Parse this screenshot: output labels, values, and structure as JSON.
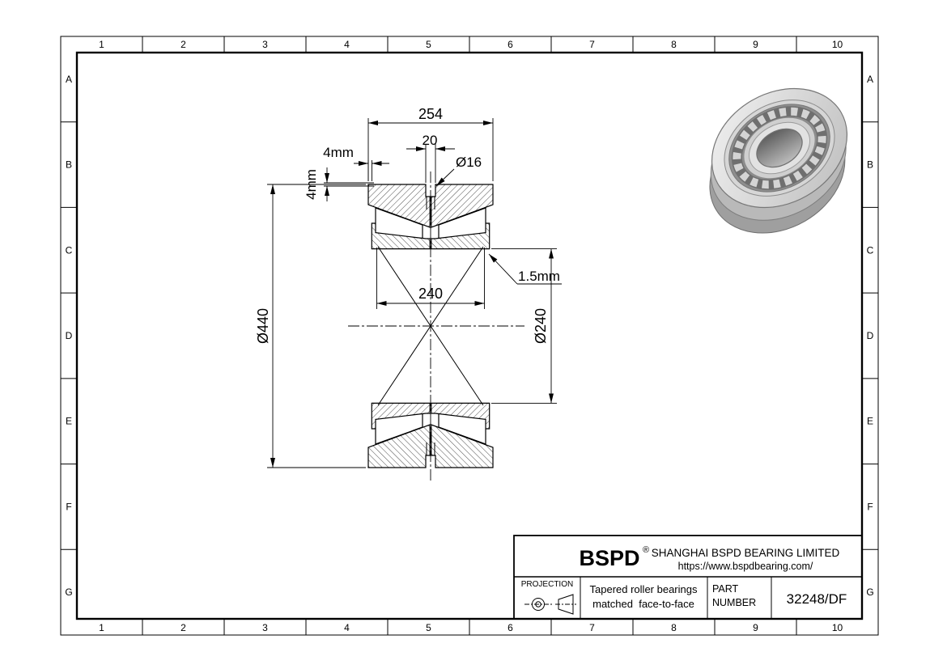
{
  "sheet": {
    "grid_columns": [
      "1",
      "2",
      "3",
      "4",
      "5",
      "6",
      "7",
      "8",
      "9",
      "10"
    ],
    "grid_rows": [
      "A",
      "B",
      "C",
      "D",
      "E",
      "F",
      "G"
    ]
  },
  "drawing": {
    "dim_total_width": "254",
    "dim_groove_width": "20",
    "dim_hole_diameter": "Ø16",
    "dim_face_gap_horizontal": "4mm",
    "dim_face_gap_vertical": "4mm",
    "dim_outer_diameter": "Ø440",
    "dim_inner_ring_width": "240",
    "dim_bore_diameter": "Ø240",
    "dim_recess": "1.5mm"
  },
  "title_block": {
    "logo": "BSPD",
    "logo_reg": "®",
    "company": "SHANGHAI BSPD BEARING LIMITED",
    "website": "https://www.bspdbearing.com/",
    "projection_label": "PROJECTION",
    "description_line1": "Tapered roller bearings",
    "description_line2": "matched  face-to-face",
    "part_label_line1": "PART",
    "part_label_line2": "NUMBER",
    "part_number": "32248/DF"
  }
}
